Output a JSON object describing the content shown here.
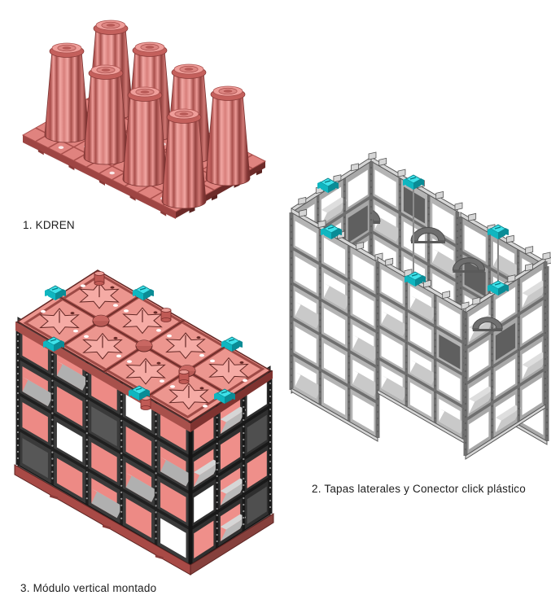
{
  "page": {
    "background": "#ffffff",
    "text_color": "#1d1d1d"
  },
  "figures": {
    "kdren": {
      "label": "1. KDREN",
      "cone_count": 8,
      "colors": {
        "body": "#e0837f",
        "light": "#f2a7a3",
        "shade": "#a94f4c",
        "dark": "#8a3b39",
        "edge_shadow": "#6d2b29",
        "cap": "#ef9e9a",
        "collar": "#c4605c",
        "outline": "#7c3331"
      }
    },
    "tapas": {
      "label": "2. Tapas laterales y Conector click plástico",
      "panel_count": 6,
      "connector_count": 6,
      "colors": {
        "frame_light": "#b4b4b4",
        "frame": "#a8a8a8",
        "line": "#6f6f6f",
        "line_dark": "#575757",
        "dark_cell": "#5f5f5f",
        "arch": "#6e6e6e",
        "shelf": "#c9c9c9",
        "shelf_top": "#dedede",
        "rail": "#d6d6d6",
        "connector": "#3fe2ea",
        "connector_mid": "#0fb6c0",
        "connector_dark": "#0a8c96"
      }
    },
    "modulo": {
      "label": "3. Módulo vertical montado",
      "connector_count": 6,
      "colors": {
        "top": "#ec968f",
        "top_light": "#f5aba5",
        "rib": "#9e4a46",
        "rib_dark": "#632724",
        "frame": "#3a3a3a",
        "frame_line": "#1f1f1f",
        "shelf": "#b0b0b0",
        "shelf_top": "#cfcfcf",
        "inner_red": "#ed8a85",
        "base_rim": "#a84a46",
        "base_rim_dark": "#86403c",
        "dome": "#b85a55",
        "peg": "#c05a55",
        "connector": "#3fe2ea",
        "connector_mid": "#0fb6c0",
        "connector_dark": "#0a8c96"
      }
    }
  }
}
